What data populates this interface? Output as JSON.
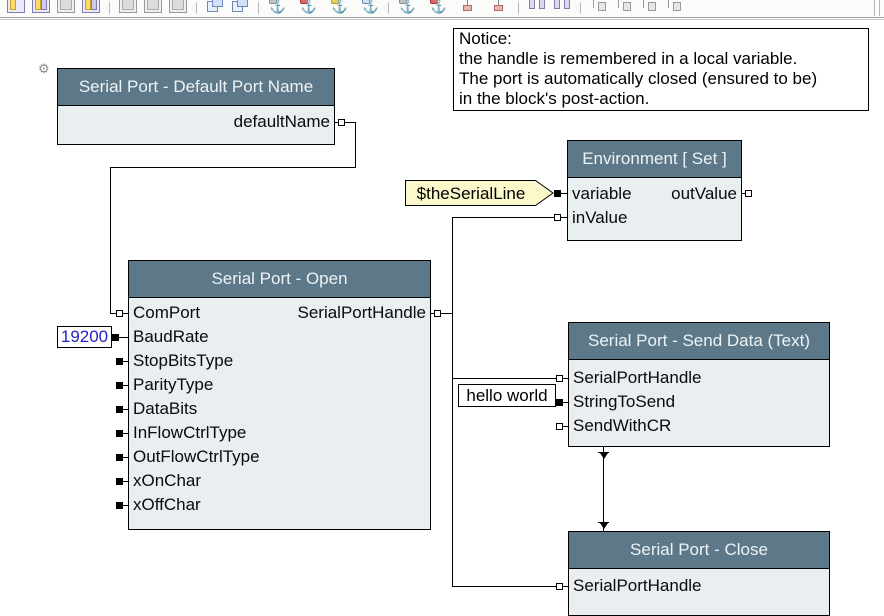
{
  "toolbar": {
    "groups": [
      {
        "icons": [
          "window-pane-icon",
          "split-panes-icon",
          "frame-icon",
          "split-panes-alt-icon"
        ]
      },
      {
        "icons": [
          "layout-ghost-icon-1",
          "layout-ghost-icon-2",
          "layout-ghost-icon-3"
        ]
      },
      {
        "icons": [
          "bring-to-front-icon",
          "send-to-back-icon"
        ]
      },
      {
        "icons": [
          "gear-anchor-icon",
          "delete-anchor-icon",
          "edit-anchor-icon",
          "add-anchor-icon"
        ]
      },
      {
        "icons": [
          "align-anchor-icon",
          "align-anchor-alt-icon",
          "pin-icon",
          "pin-move-icon"
        ]
      },
      {
        "icons": [
          "link-blocks-icon",
          "link-blocks-alt-icon"
        ]
      },
      {
        "icons": [
          "route-wire-icon-1",
          "route-wire-icon-2",
          "route-wire-icon-3",
          "route-wire-icon-4"
        ]
      }
    ]
  },
  "notice": {
    "lines": [
      "Notice:",
      "the handle is remembered in a local variable.",
      "The port is automatically closed (ensured to be)",
      "in the block's post-action."
    ]
  },
  "blocks": {
    "default_port_name": {
      "title": "Serial Port - Default Port Name",
      "output": "defaultName"
    },
    "environment": {
      "title": "Environment [ Set ]",
      "row1_left": "variable",
      "row1_right": "outValue",
      "row2_left": "inValue"
    },
    "open": {
      "title": "Serial Port - Open",
      "output": "SerialPortHandle",
      "inputs": [
        "ComPort",
        "BaudRate",
        "StopBitsType",
        "ParityType",
        "DataBits",
        "InFlowCtrlType",
        "OutFlowCtrlType",
        "xOnChar",
        "xOffChar"
      ]
    },
    "send_data": {
      "title": "Serial Port - Send Data (Text)",
      "inputs": [
        "SerialPortHandle",
        "StringToSend",
        "SendWithCR"
      ]
    },
    "close": {
      "title": "Serial Port - Close",
      "inputs": [
        "SerialPortHandle"
      ]
    }
  },
  "values": {
    "baud_rate": "19200",
    "string_to_send": "hello world",
    "variable_name": "$theSerialLine"
  },
  "colors": {
    "block_header": "#5d7888",
    "block_body": "#e9eef1",
    "tag_fill": "#fbf8cc",
    "value_text": "#2222cc",
    "wire": "#000000"
  }
}
